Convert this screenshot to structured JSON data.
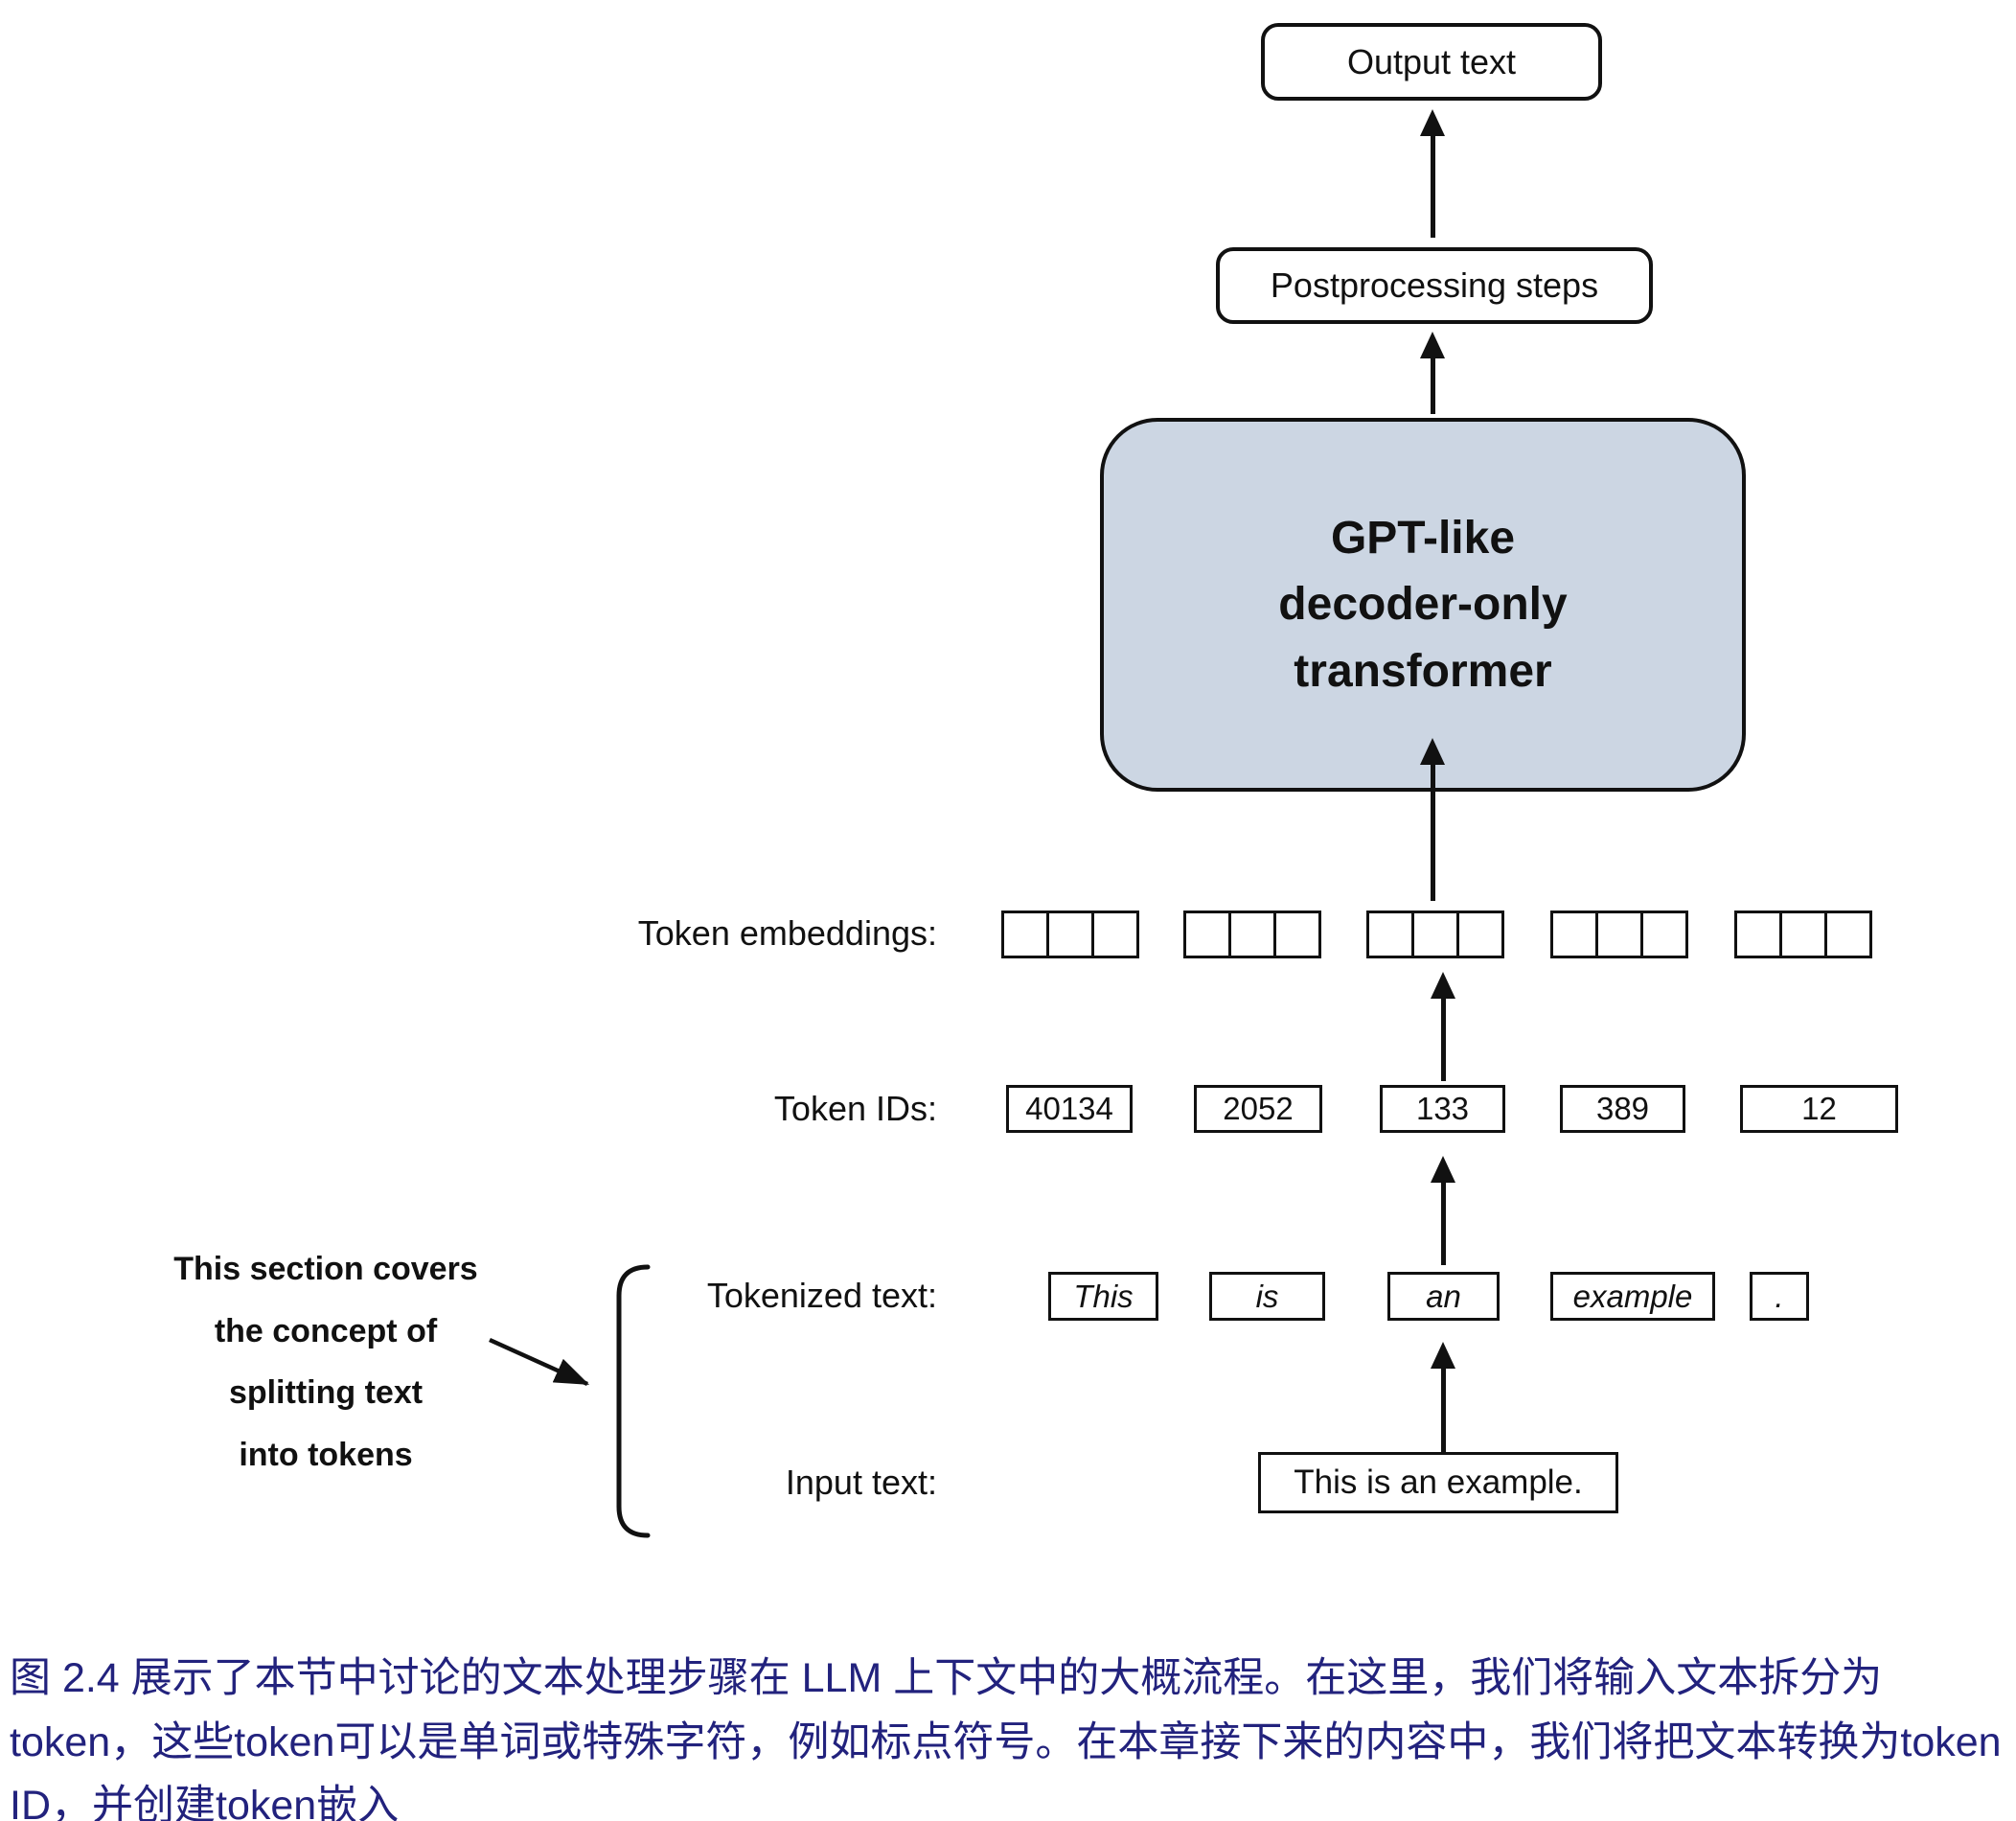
{
  "diagram": {
    "output_box": {
      "label": "Output text"
    },
    "postprocessing_box": {
      "label": "Postprocessing steps"
    },
    "transformer_box": {
      "lines": [
        "GPT-like",
        "decoder-only",
        "transformer"
      ],
      "fill": "#ccd6e3"
    },
    "rows": {
      "token_embeddings": {
        "label": "Token embeddings:",
        "groups": 5,
        "squares_per_group": 3
      },
      "token_ids": {
        "label": "Token IDs:",
        "values": [
          "40134",
          "2052",
          "133",
          "389",
          "12"
        ]
      },
      "tokenized_text": {
        "label": "Tokenized text:",
        "tokens": [
          "This",
          "is",
          "an",
          "example",
          "."
        ]
      },
      "input_text": {
        "label": "Input text:",
        "value": "This is an example."
      }
    },
    "annotation": {
      "lines": [
        "This section covers",
        "the concept of",
        "splitting text",
        "into tokens"
      ]
    }
  },
  "caption": {
    "text": "图 2.4 展示了本节中讨论的文本处理步骤在 LLM 上下文中的大概流程。在这里，我们将输入文本拆分为token，这些token可以是单词或特殊字符，例如标点符号。在本章接下来的内容中，我们将把文本转换为token ID，并创建token嵌入",
    "color": "#22227d"
  }
}
